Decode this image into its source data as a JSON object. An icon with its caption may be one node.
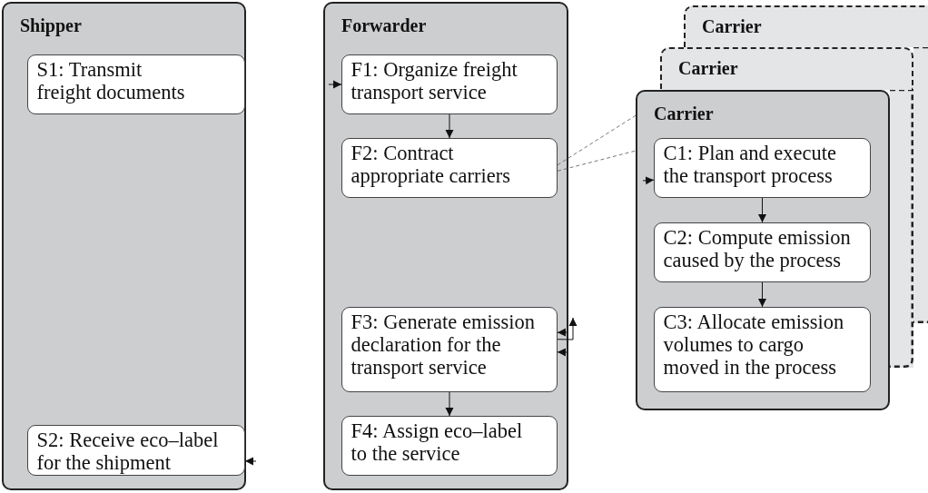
{
  "diagram": {
    "nodes": [
      {
        "text": [
          "Shipper"
        ]
      },
      {
        "text": [
          "S1: Transmit freight documents"
        ],
        "in": 0
      },
      {
        "text": [
          "S2: Receive eco‒label for the shipment"
        ],
        "in": 0
      },
      {
        "text": [
          "Forwarder"
        ]
      },
      {
        "text": [
          "F1: Organize freight transport service"
        ],
        "in": 3
      },
      {
        "text": [
          "F2: Contract appropriate carriers"
        ],
        "in": 3
      },
      {
        "text": [
          "F3: Generate emission declaration for the transport service"
        ],
        "in": 3
      },
      {
        "text": [
          "F4: Assign eco‒label to the service"
        ],
        "in": 3
      },
      {
        "text": [
          "Carrier"
        ]
      },
      {
        "text": [
          "Carrier"
        ]
      },
      {
        "text": [
          "Carrier"
        ]
      },
      {
        "text": [
          "C1: Plan and execute the transport process"
        ],
        "in": 10
      },
      {
        "text": [
          "C2: Compute emission caused by the process"
        ],
        "in": 10
      },
      {
        "text": [
          "C3: Allocate emission volumes to cargo moved in the process"
        ],
        "in": 10
      }
    ],
    "edges": [
      {
        "from": null,
        "to": 4,
        "arrow": "to"
      },
      {
        "from": 4,
        "to": 5,
        "arrow": "to"
      },
      {
        "from": 5,
        "to": 10,
        "arrow": "none",
        "style": "dashed"
      },
      {
        "from": 5,
        "to": 10,
        "arrow": "none",
        "style": "dashed"
      },
      {
        "from": null,
        "to": 11,
        "arrow": "to"
      },
      {
        "from": 11,
        "to": 12,
        "arrow": "to"
      },
      {
        "from": 12,
        "to": 13,
        "arrow": "to"
      },
      {
        "from": 6,
        "to": null,
        "arrow": "to"
      },
      {
        "from": null,
        "to": 6,
        "arrow": "to"
      },
      {
        "from": null,
        "to": 6,
        "arrow": "to"
      },
      {
        "from": 6,
        "to": 7,
        "arrow": "to"
      },
      {
        "from": null,
        "to": 2,
        "arrow": "to"
      }
    ]
  }
}
